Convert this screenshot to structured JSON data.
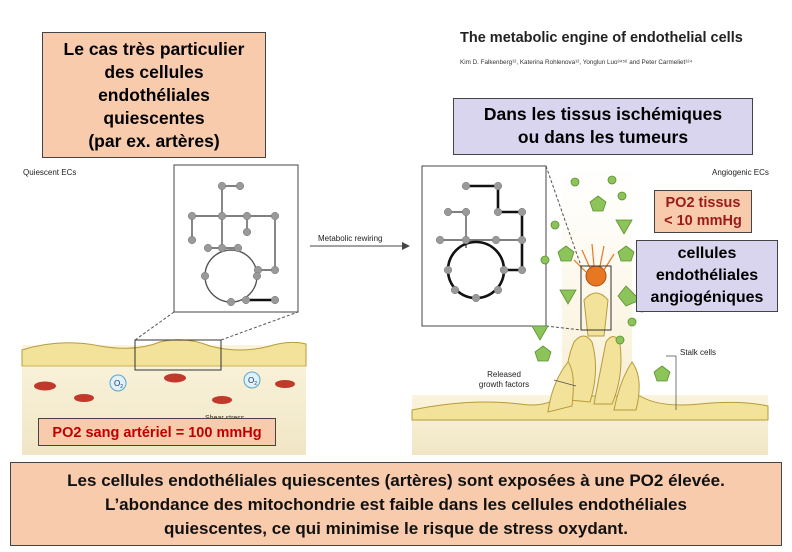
{
  "top_left_box": {
    "lines": [
      "Le cas très particulier",
      "des cellules",
      "endothéliales",
      "quiescentes",
      "(par ex. artères)"
    ]
  },
  "paper": {
    "title": "The metabolic engine of endothelial cells",
    "authors": "Kim D. Falkenberg¹², Katerina Rohlenova¹², Yonglun Luo³⁴⁵⁶ and Peter Carmeliet¹²⁴"
  },
  "ischemic_box": {
    "lines": [
      "Dans les tissus ischémiques",
      "ou dans les tumeurs"
    ]
  },
  "figure": {
    "quiescent_label": "Quiescent ECs",
    "angiogenic_label": "Angiogenic ECs",
    "arrow_label": "Metabolic rewiring",
    "stalk_label": "Stalk cells",
    "released_label": [
      "Released",
      "growth factors"
    ],
    "o2_label": "O",
    "o2_sub": "2",
    "shear_label": "Shear stress"
  },
  "po2_tissue_box": {
    "lines": [
      "PO2 tissus",
      "< 10 mmHg"
    ]
  },
  "angiogenic_box": {
    "lines": [
      "cellules",
      "endothéliales",
      "angiogéniques"
    ]
  },
  "po2_blood_box": {
    "text": "PO2 sang artériel = 100 mmHg"
  },
  "bottom_box": {
    "lines": [
      "Les cellules endothéliales quiescentes (artères) sont exposées à une PO2 élevée.",
      "L’abondance des mitochondrie est faible dans les cellules endothéliales",
      "quiescentes, ce qui minimise le risque de stress oxydant."
    ]
  },
  "colors": {
    "peach_box": "#f8cbad",
    "lavender_box": "#d9d5ef",
    "red_text": "#c00000",
    "dark_red_text": "#9b1b1b",
    "vessel_cell": "#f3e3a3",
    "growth_factor": "#8cc45a"
  }
}
